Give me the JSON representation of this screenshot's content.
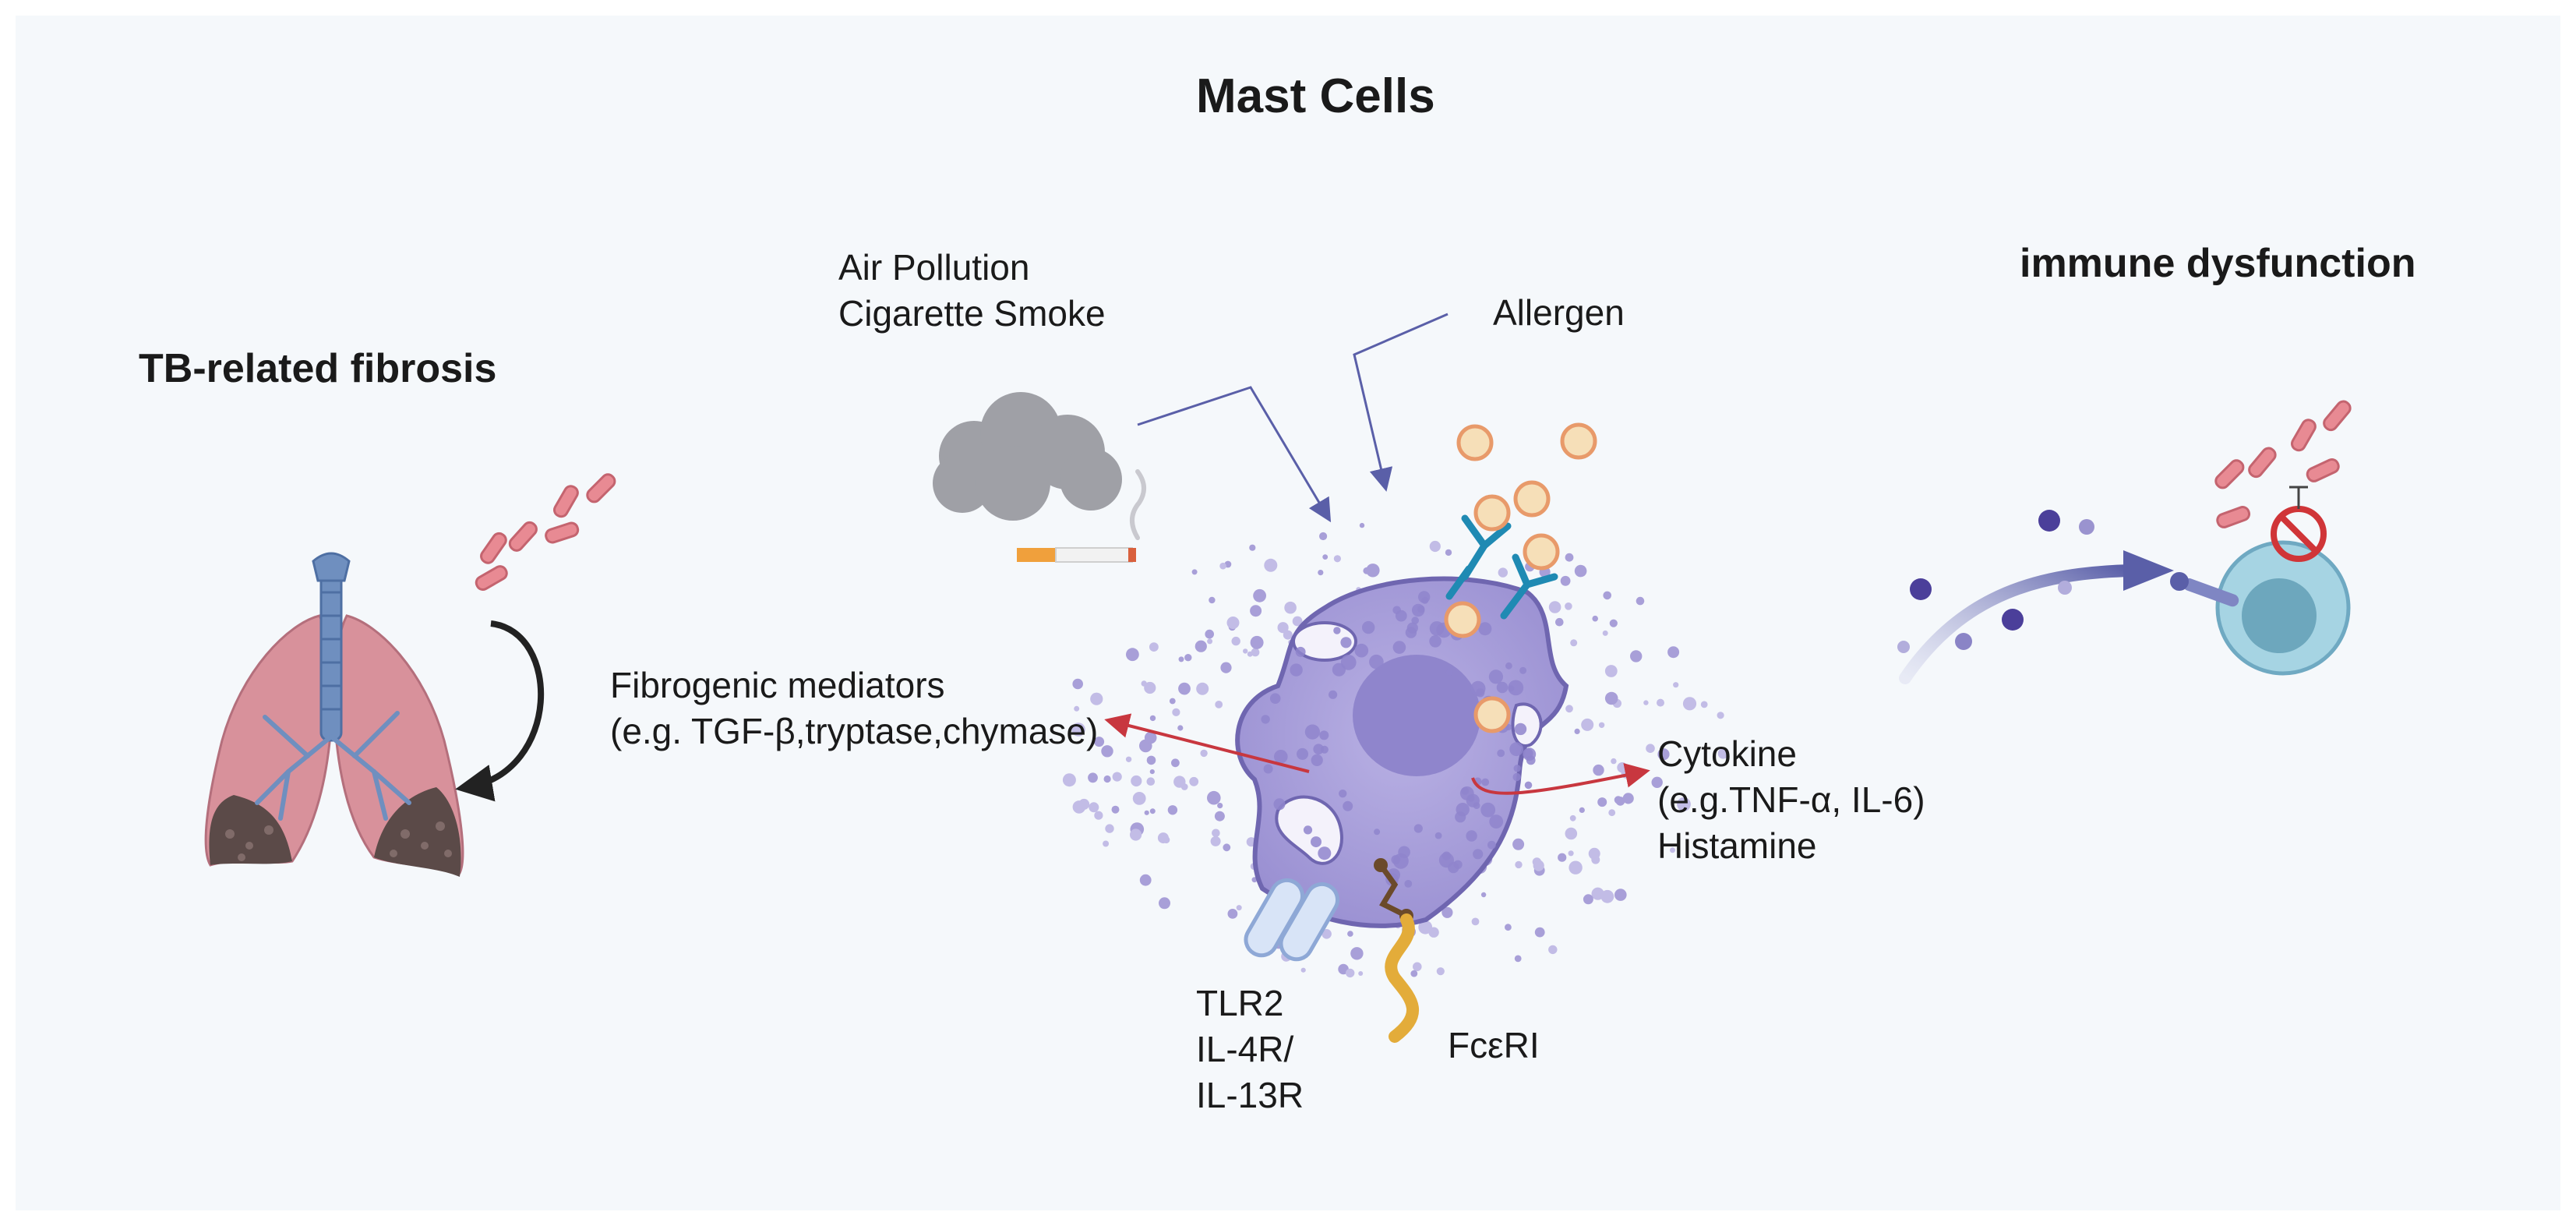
{
  "title": "Mast Cells",
  "panels": {
    "left": {
      "heading": "TB-related fibrosis",
      "illustration": "lungs-with-fibrosis-and-bacteria"
    },
    "right": {
      "heading": "immune dysfunction",
      "illustration": "inhibited-immune-cell"
    }
  },
  "triggers": {
    "pollution_lines": [
      "Air Pollution",
      "Cigarette Smoke"
    ],
    "allergen": "Allergen"
  },
  "mediators": {
    "fibrogenic_lines": [
      "Fibrogenic mediators",
      "(e.g. TGF-β,tryptase,chymase)"
    ],
    "cytokine_lines": [
      "Cytokine",
      "(e.g.TNF-α, IL-6)",
      "Histamine"
    ]
  },
  "receptors": {
    "tlr_lines": [
      "TLR2",
      "IL-4R/",
      "IL-13R"
    ],
    "fcer": "FcεRI"
  },
  "colors": {
    "background": "#f5f8fb",
    "cell": "#a89fd8",
    "nucleus": "#8f85cc",
    "bacteria": "#e88a93",
    "red_arrow": "#c8373f",
    "blue_arrow": "#5a5fa8",
    "antibody": "#1f8ab3",
    "allergen_particle": "#f6dfb8"
  }
}
